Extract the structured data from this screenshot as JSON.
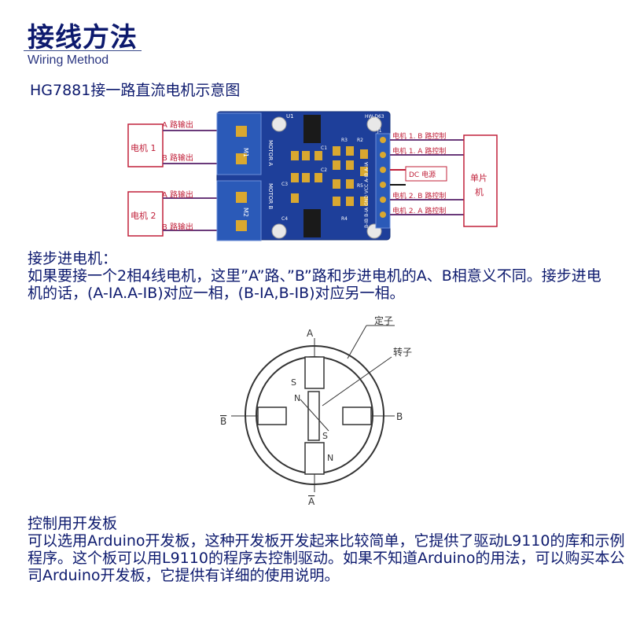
{
  "header": {
    "title": "接线方法",
    "subtitle": "Wiring Method"
  },
  "diagram": {
    "title": "HG7881接一路直流电机示意图",
    "motor1": "电机 1",
    "motor2": "电机 2",
    "a_out": "A 路输出",
    "b_out": "B 路输出",
    "m1": "M1",
    "m2": "M2",
    "motor_a": "MOTOR A",
    "motor_b": "MOTOR B",
    "board_id": "HW-D63",
    "u1": "U1",
    "j1": "J1",
    "pins": "B-IB B-IA GND VCC A-IB A-IA",
    "r2": "R2",
    "r3": "R3",
    "r4": "R4",
    "r5": "R5",
    "c1": "C1",
    "c2": "C2",
    "c3": "C3",
    "c4": "C4",
    "ctrl1": "电机 1. B 路控制",
    "ctrl2": "电机 1. A 路控制",
    "dc": "DC 电源",
    "ctrl3": "电机 2. B 路控制",
    "ctrl4": "电机 2. A 路控制",
    "mcu1": "单片",
    "mcu2": "机"
  },
  "stepper_section": {
    "heading": "接步进电机：",
    "body": "如果要接一个2相4线电机，这里”A”路、”B”路和步进电机的A、B相意义不同。接步进电机的话，(A-IA.A-IB)对应一相，(B-IA,B-IB)对应另一相。"
  },
  "stepper_diagram": {
    "stator": "定子",
    "rotor": "转子",
    "A": "A",
    "B": "B",
    "A_bar": "A",
    "B_bar": "B",
    "N": "N",
    "S": "S"
  },
  "board_section": {
    "heading": "控制用开发板",
    "body": "可以选用Arduino开发板，这种开发板开发起来比较简单，它提供了驱动L9110的库和示例程序。这个板可以用L9110的程序去控制驱动。如果不知道Arduino的用法，可以购买本公司Arduino开发板，它提供有详细的使用说明。"
  }
}
